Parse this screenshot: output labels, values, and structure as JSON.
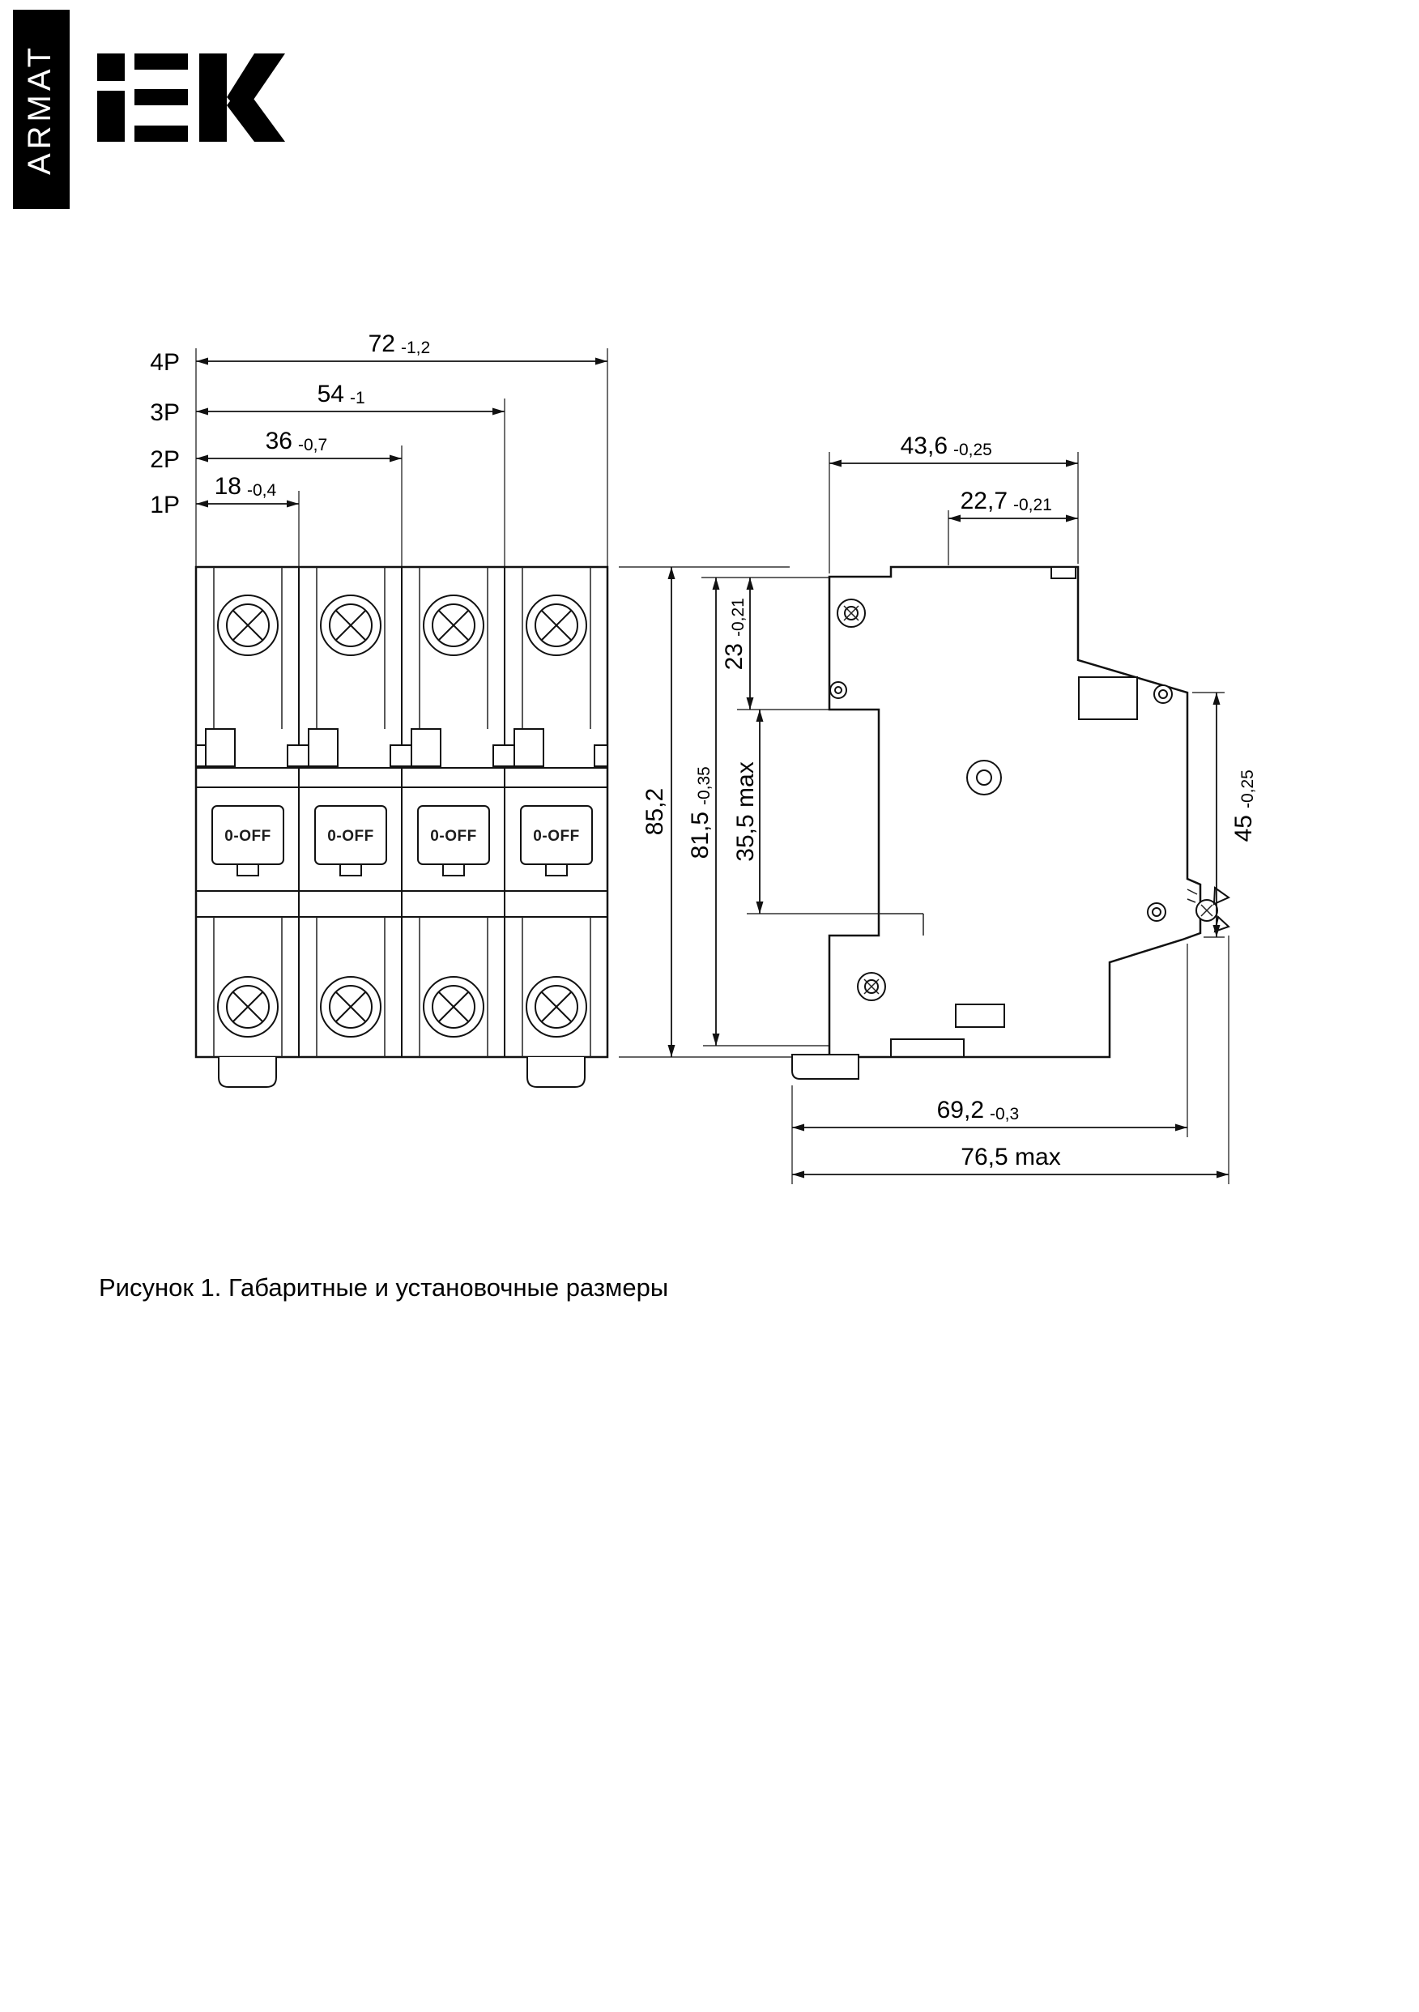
{
  "brand": {
    "sidebar_vertical_text": "ARMAT",
    "logo": "IEK"
  },
  "figure_caption": "Рисунок 1. Габаритные и установочные размеры",
  "front_view": {
    "pole_dimensions": [
      {
        "pole": "4P",
        "value": "72",
        "tolerance": "-1,2"
      },
      {
        "pole": "3P",
        "value": "54",
        "tolerance": "-1"
      },
      {
        "pole": "2P",
        "value": "36",
        "tolerance": "-0,7"
      },
      {
        "pole": "1P",
        "value": "18",
        "tolerance": "-0,4"
      }
    ],
    "toggle_labels": [
      "0-OFF",
      "0-OFF",
      "0-OFF",
      "0-OFF"
    ]
  },
  "vertical_dimensions": {
    "overall_height": {
      "value": "85,2",
      "tolerance": ""
    },
    "mounting_height": {
      "value": "81,5",
      "tolerance": "-0,35"
    },
    "top_section_height": {
      "value": "23",
      "tolerance": "-0,21"
    },
    "front_section_height": {
      "value": "35,5 max",
      "tolerance": ""
    }
  },
  "side_view": {
    "top_width": {
      "value": "43,6",
      "tolerance": "-0,25"
    },
    "top_inner_width": {
      "value": "22,7",
      "tolerance": "-0,21"
    },
    "front_face_height": {
      "value": "45",
      "tolerance": "-0,25"
    },
    "bottom_width": {
      "value": "69,2",
      "tolerance": "-0,3"
    },
    "bottom_max_width": {
      "value": "76,5 max",
      "tolerance": ""
    }
  }
}
